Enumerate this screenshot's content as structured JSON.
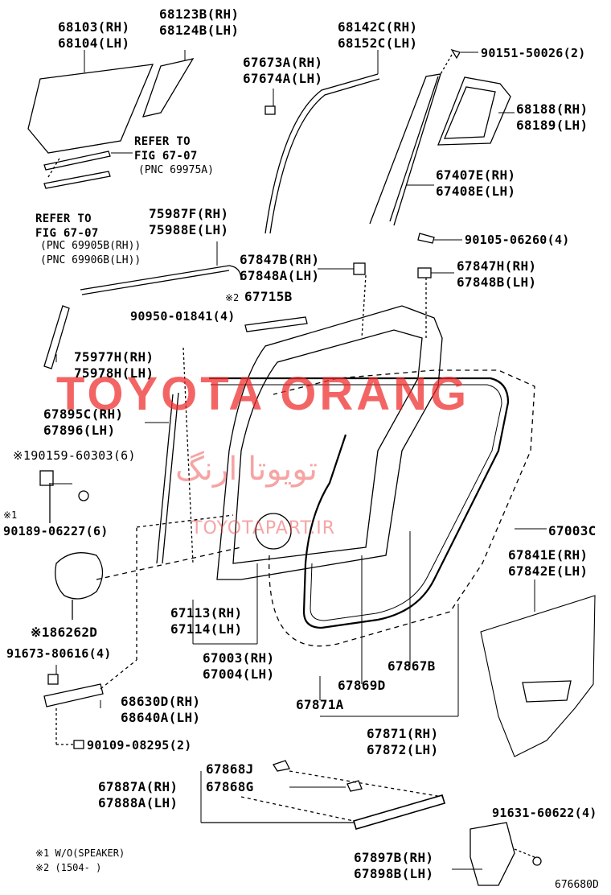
{
  "diagram_id": "676680D",
  "watermark": {
    "brand": "TOYOTA ORANG",
    "arabic": "تویوتا ارنگ",
    "site": "TOYOTAPART.IR"
  },
  "parts": {
    "p68103": "68103(RH)",
    "p68104": "68104(LH)",
    "p68123b": "68123B(RH)",
    "p68124b": "68124B(LH)",
    "p68142c": "68142C(RH)",
    "p68152c": "68152C(LH)",
    "p90151": "90151-50026(2)",
    "p67673a": "67673A(RH)",
    "p67674a": "67674A(LH)",
    "p68188": "68188(RH)",
    "p68189": "68189(LH)",
    "p67407e": "67407E(RH)",
    "p67408e": "67408E(LH)",
    "p90105": "90105-06260(4)",
    "p75987f": "75987F(RH)",
    "p75988e": "75988E(LH)",
    "p67847b": "67847B(RH)",
    "p67848a": "67848A(LH)",
    "p67847h": "67847H(RH)",
    "p67848b": "67848B(LH)",
    "p67715b_mark": "※2",
    "p67715b": "67715B",
    "p90950": "90950-01841(4)",
    "p75977h": "75977H(RH)",
    "p75978h": "75978H(LH)",
    "p67895c": "67895C(RH)",
    "p67896": "67896(LH)",
    "p90159": "※190159-60303(6)",
    "p90189_mark": "※1",
    "p90189": "90189-06227(6)",
    "p67003c": "67003C",
    "p67841e": "67841E(RH)",
    "p67842e": "67842E(LH)",
    "p67113": "67113(RH)",
    "p67114": "67114(LH)",
    "p67003": "67003(RH)",
    "p67004": "67004(LH)",
    "p86262d": "※186262D",
    "p91673": "91673-80616(4)",
    "p67867b": "67867B",
    "p68630d": "68630D(RH)",
    "p68640a": "68640A(LH)",
    "p67869d": "67869D",
    "p67871a": "67871A",
    "p67871": "67871(RH)",
    "p67872": "67872(LH)",
    "p90109": "90109-08295(2)",
    "p67868j": "67868J",
    "p67887a": "67887A(RH)",
    "p67888a": "67888A(LH)",
    "p67868g": "67868G",
    "p91631": "91631-60622(4)",
    "p67897b": "67897B(RH)",
    "p67898b": "67898B(LH)"
  },
  "refs": {
    "ref1_line1": "REFER TO",
    "ref1_line2": "FIG 67-07",
    "ref1_line3": "(PNC 69975A)",
    "ref2_line1": "REFER TO",
    "ref2_line2": "FIG 67-07",
    "ref2_line3": "(PNC 69905B(RH))",
    "ref2_line4": "(PNC 69906B(LH))"
  },
  "notes": {
    "note1": "※1 W/O(SPEAKER)",
    "note2": "※2 (1504-        )"
  }
}
